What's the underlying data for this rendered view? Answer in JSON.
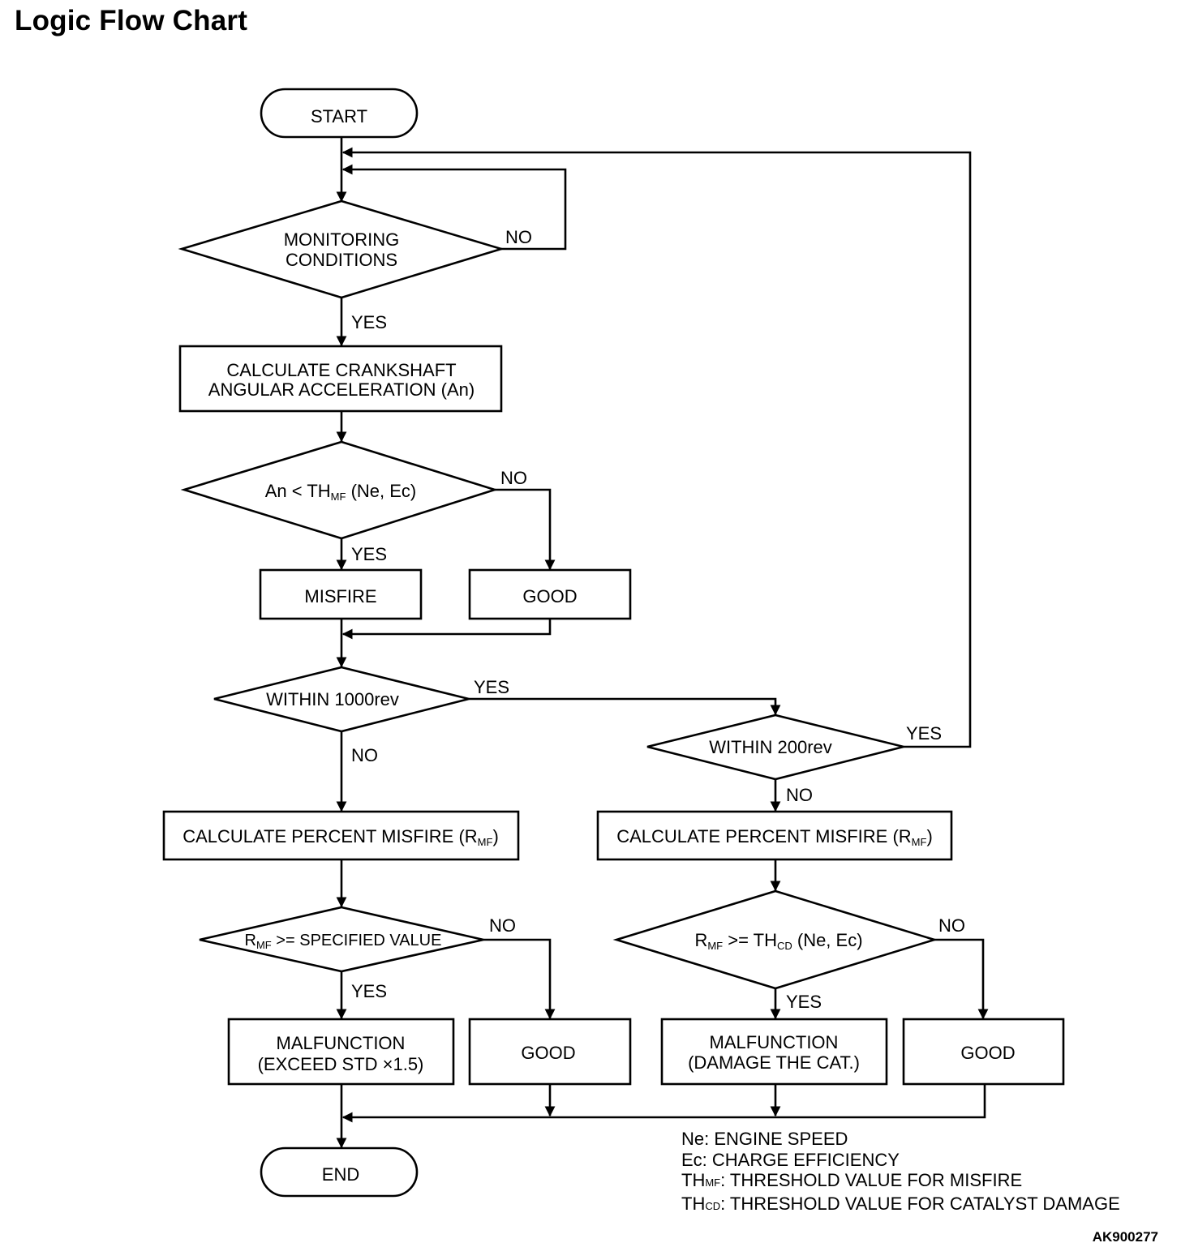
{
  "title": "Logic Flow Chart",
  "nodes": {
    "start": "START",
    "monitoring_1": "MONITORING",
    "monitoring_2": "CONDITIONS",
    "calc_crank_1": "CALCULATE CRANKSHAFT",
    "calc_crank_2": "ANGULAR ACCELERATION (An)",
    "an_pre": "An < TH",
    "an_sub": "MF",
    "an_post": " (Ne,  Ec)",
    "misfire": "MISFIRE",
    "good_1": "GOOD",
    "within_1000": "WITHIN 1000rev",
    "within_200": "WITHIN 200rev",
    "calc_pct_l_pre": "CALCULATE PERCENT MISFIRE (R",
    "calc_pct_l_sub": "MF",
    "calc_pct_l_post": ")",
    "calc_pct_r_pre": "CALCULATE PERCENT MISFIRE (R",
    "calc_pct_r_sub": "MF",
    "calc_pct_r_post": ")",
    "rmf_spec_pre": "R",
    "rmf_spec_sub": "MF",
    "rmf_spec_post": " >= SPECIFIED VALUE",
    "rmf_th_pre": "R",
    "rmf_th_sub": "MF",
    "rmf_th_mid": " >= TH",
    "rmf_th_sub2": "CD",
    "rmf_th_post": " (Ne, Ec)",
    "malf_std_1": "MALFUNCTION",
    "malf_std_2": "(EXCEED STD  ×1.5)",
    "good_2": "GOOD",
    "malf_cat_1": "MALFUNCTION",
    "malf_cat_2": "(DAMAGE THE CAT.)",
    "good_3": "GOOD",
    "end": "END"
  },
  "labels": {
    "mon_no": "NO",
    "mon_yes": "YES",
    "an_no": "NO",
    "an_yes": "YES",
    "w1000_yes": "YES",
    "w1000_no": "NO",
    "w200_yes": "YES",
    "w200_no": "NO",
    "spec_no": "NO",
    "spec_yes": "YES",
    "th_no": "NO",
    "th_yes": "YES"
  },
  "legend": {
    "ne": "Ne: ENGINE SPEED",
    "ec": "Ec: CHARGE EFFICIENCY",
    "thmf_pre": "TH",
    "thmf_sub": "MF",
    "thmf_post": ": THRESHOLD VALUE FOR MISFIRE",
    "thcd_pre": "TH",
    "thcd_sub": "CD",
    "thcd_post": ": THRESHOLD VALUE FOR CATALYST DAMAGE"
  },
  "doc_code": "AK900277"
}
